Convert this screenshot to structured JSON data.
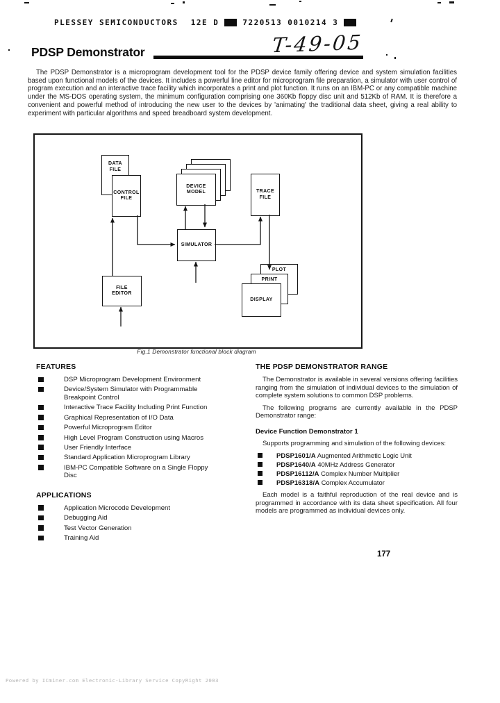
{
  "header": {
    "vendor": "PLESSEY SEMICONDUCTORS",
    "doc_code": "12E D",
    "barcode_number": "7220513 0010214 3"
  },
  "handwritten_note": "T-49-05",
  "title": "PDSP Demonstrator",
  "intro": "The PDSP Demonstrator is a microprogram development tool for the PDSP device family offering device and system simulation facilities based upon functional models of the devices. It includes a powerful line editor for microprogram file preparation, a simulator with user control of program execution and an interactive trace facility which incorporates a print and plot function. It runs on an IBM-PC or any compatible machine under the MS-DOS operating system, the minimum configuration comprising one 360Kb floppy disc unit and 512Kb of RAM. It is therefore a convenient and powerful method of introducing the new user to the devices by 'animating' the traditional data sheet, giving a real ability to experiment with particular algorithms and speed breadboard system development.",
  "figure": {
    "caption": "Fig.1 Demonstrator functional block diagram",
    "blocks": {
      "data_file": "DATA\nFILE",
      "control_file": "CONTROL\nFILE",
      "device_model": "DEVICE\nMODEL",
      "trace_file": "TRACE\nFILE",
      "simulator": "SIMULATOR",
      "file_editor": "FILE\nEDITOR",
      "plot": "PLOT",
      "print": "PRINT",
      "display": "DISPLAY"
    }
  },
  "features": {
    "heading": "FEATURES",
    "items": [
      "DSP Microprogram Development Environment",
      "Device/System Simulator with Programmable\nBreakpoint Control",
      "Interactive Trace Facility Including Print Function",
      "Graphical Representation of I/O Data",
      "Powerful Microprogram Editor",
      "High Level Program Construction using Macros",
      "User Friendly Interface",
      "Standard Application Microprogram Library",
      "IBM-PC Compatible Software on a Single Floppy\nDisc"
    ]
  },
  "applications": {
    "heading": "APPLICATIONS",
    "items": [
      "Application Microcode Development",
      "Debugging Aid",
      "Test Vector Generation",
      "Training Aid"
    ]
  },
  "range": {
    "heading": "THE PDSP DEMONSTRATOR RANGE",
    "para1": "The Demonstrator is available in several versions offering facilities ranging from the simulation of individual devices to the simulation of complete system solutions to common DSP problems.",
    "para2": "The following programs are currently available in the PDSP Demonstrator range:",
    "sub_heading": "Device Function Demonstrator 1",
    "sub_para": "Supports programming and simulation of the following devices:",
    "devices": [
      {
        "part": "PDSP1601/A",
        "desc": "Augmented Arithmetic Logic Unit"
      },
      {
        "part": "PDSP1640/A",
        "desc": "40MHz Address Generator"
      },
      {
        "part": "PDSP16112/A",
        "desc": "Complex Number Multiplier"
      },
      {
        "part": "PDSP16318/A",
        "desc": "Complex Accumulator"
      }
    ],
    "closing": "Each model is a faithful reproduction of the real device and is programmed in accordance with its data sheet specification. All four models are programmed as individual devices only."
  },
  "page_number": "177",
  "footer": "Powered by ICminer.com Electronic-Library Service CopyRight 2003"
}
